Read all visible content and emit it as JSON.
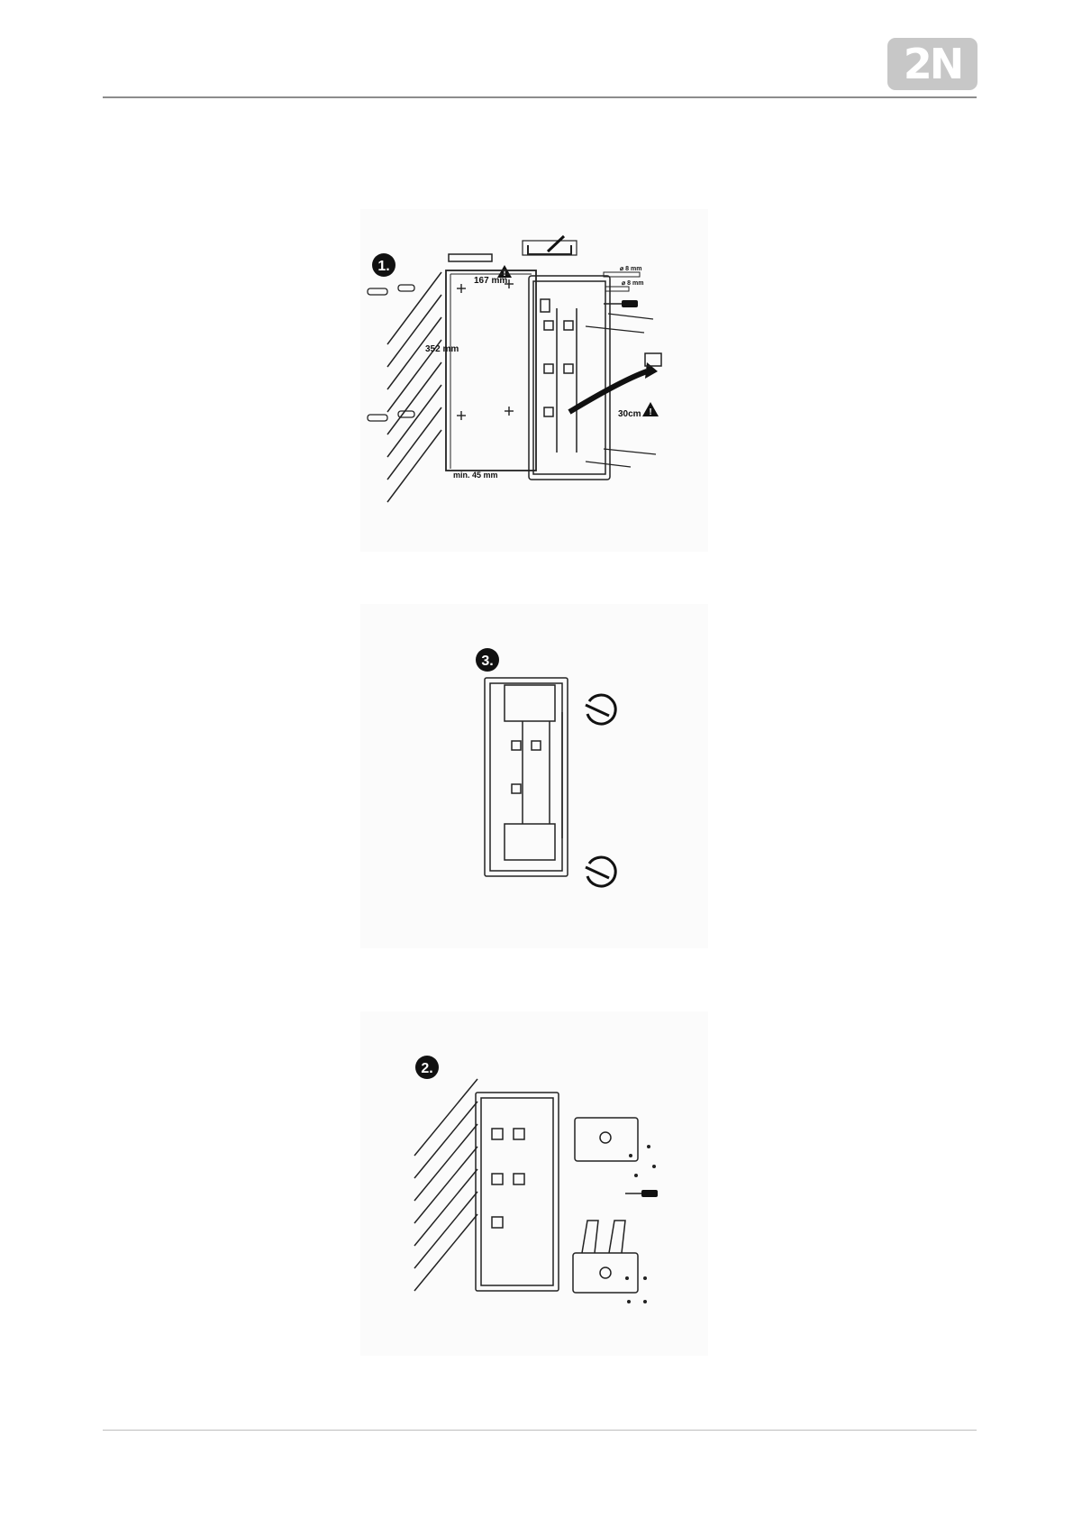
{
  "header": {
    "logo_text": "2N"
  },
  "figures": {
    "step1": {
      "badge": "1.",
      "width_label": "167 mm",
      "height_label": "352 mm",
      "depth_label": "min. 45 mm",
      "drill_label_1": "⌀ 8 mm",
      "drill_label_2": "⌀ 8 mm",
      "cable_label": "30cm"
    },
    "step3": {
      "badge": "3."
    },
    "step2": {
      "badge": "2."
    }
  },
  "colors": {
    "logo_bg": "#c7c7c7",
    "rule": "#8c8c8c",
    "ink": "#111111"
  }
}
